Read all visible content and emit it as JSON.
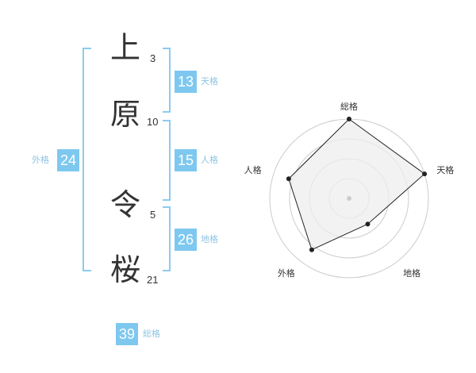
{
  "name": {
    "chars": [
      {
        "char": "上",
        "strokes": "3"
      },
      {
        "char": "原",
        "strokes": "10"
      },
      {
        "char": "令",
        "strokes": "5"
      },
      {
        "char": "桜",
        "strokes": "21"
      }
    ]
  },
  "fortunes": {
    "tenkaku": {
      "value": "13",
      "label": "天格"
    },
    "jinkaku": {
      "value": "15",
      "label": "人格"
    },
    "chikaku": {
      "value": "26",
      "label": "地格"
    },
    "gaikaku": {
      "value": "24",
      "label": "外格"
    },
    "soukaku": {
      "value": "39",
      "label": "総格"
    }
  },
  "chart_data": {
    "type": "radar",
    "axes": [
      "総格",
      "天格",
      "地格",
      "外格",
      "人格"
    ],
    "values": [
      5,
      5,
      2,
      4,
      4
    ],
    "rmax": 5,
    "rings": 4,
    "colors": {
      "fill": "#eeeeee",
      "line": "#222222",
      "ring": "#cccccc",
      "center": "#cccccc"
    }
  }
}
